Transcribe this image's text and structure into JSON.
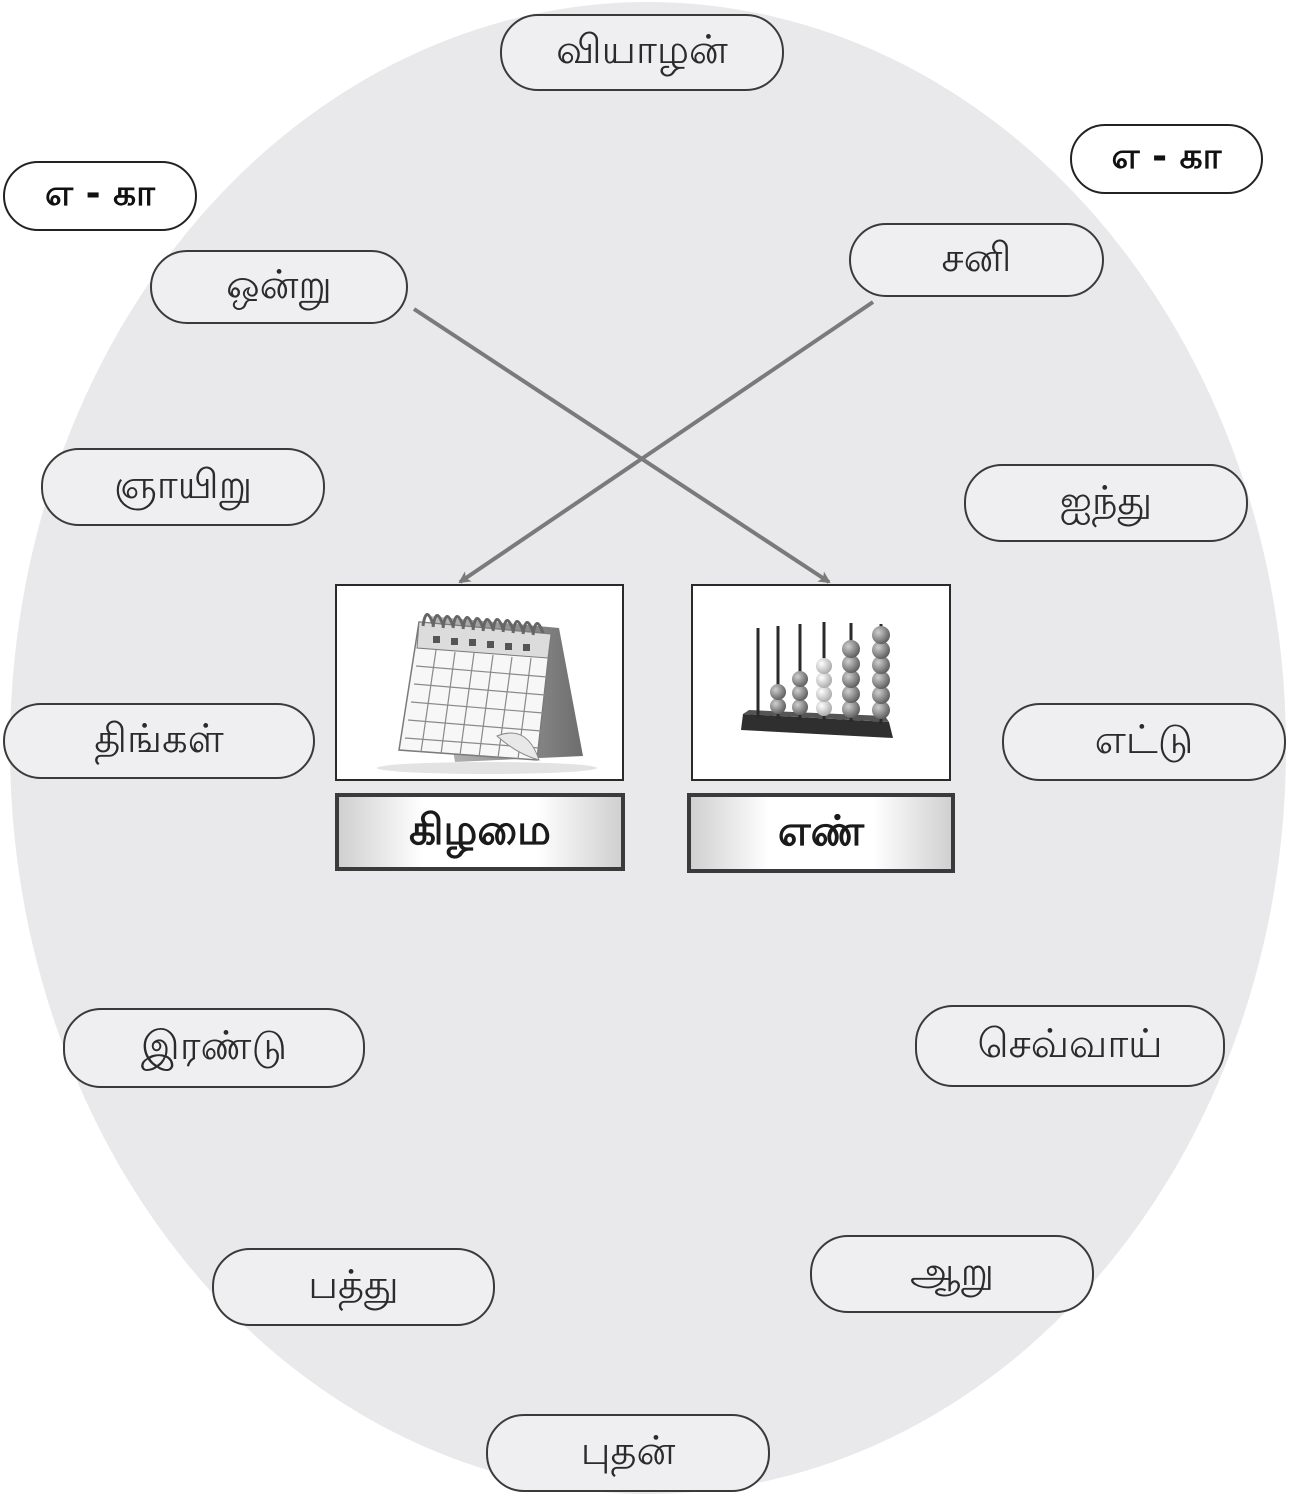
{
  "tags": {
    "left": "எ - கா",
    "right": "எ - கா"
  },
  "words": {
    "top": "வியாழன்",
    "sani": "சனி",
    "ondru": "ஒன்று",
    "gnayiru": "ஞாயிறு",
    "aindhu": "ஐந்து",
    "thingal": "திங்கள்",
    "ettu": "எட்டு",
    "irandu": "இரண்டு",
    "sevvai": "செவ்வாய்",
    "pathu": "பத்து",
    "aaru": "ஆறு",
    "budhan": "புதன்"
  },
  "categories": {
    "day": "கிழமை",
    "number": "எண்"
  },
  "icons": {
    "day": "calendar-icon",
    "number": "abacus-icon"
  }
}
